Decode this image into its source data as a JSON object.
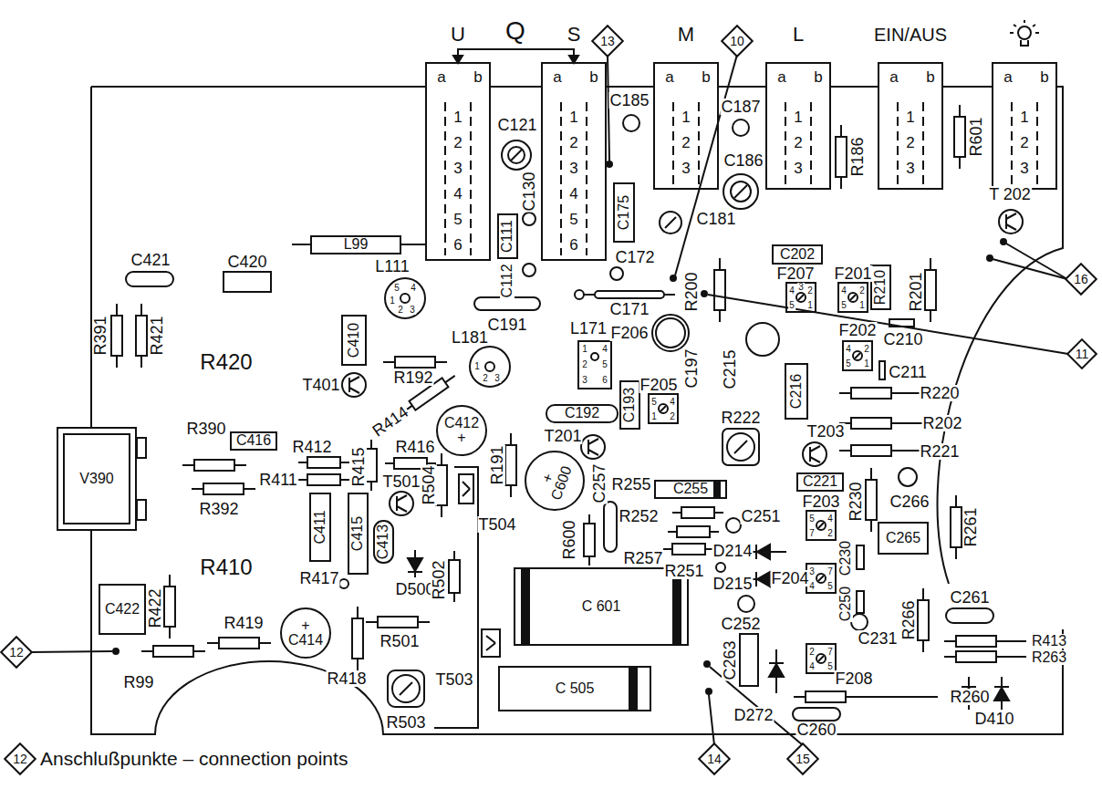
{
  "diagram": {
    "nodes": [
      {
        "text": [
          "13"
        ]
      },
      {
        "text": [
          "10"
        ]
      },
      {
        "text": [
          "a",
          "b",
          "1",
          "2",
          "3",
          "4",
          "5",
          "6"
        ]
      },
      {
        "text": [
          "a",
          "b",
          "1",
          "2",
          "3",
          "4",
          "5",
          "6"
        ]
      },
      {
        "text": [
          "a",
          "b",
          "1",
          "2",
          "3"
        ]
      },
      {
        "text": [
          "a",
          "b",
          "1",
          "2",
          "3"
        ]
      },
      {
        "text": [
          "a",
          "b",
          "1",
          "2",
          "3"
        ]
      },
      {
        "text": [
          "a",
          "b",
          "1",
          "2",
          "3"
        ]
      },
      {
        "text": [
          "L99"
        ]
      },
      {
        "text": [
          "C111"
        ]
      },
      {
        "text": [
          "C175"
        ]
      },
      {
        "text": [
          "C202"
        ]
      },
      {
        "text": [
          "R210"
        ]
      },
      {
        "text": [
          "16"
        ]
      },
      {
        "text": [
          "C410"
        ]
      },
      {
        "text": [
          "11"
        ]
      },
      {
        "text": [
          "C216"
        ]
      },
      {
        "text": [
          "C192"
        ]
      },
      {
        "text": [
          "C193"
        ]
      },
      {
        "text": [
          "C412",
          "+"
        ]
      },
      {
        "text": [
          "V390"
        ]
      },
      {
        "text": [
          "C416"
        ]
      },
      {
        "text": [
          "+",
          "C600"
        ]
      },
      {
        "text": [
          "C255"
        ]
      },
      {
        "text": [
          "C221"
        ]
      },
      {
        "text": [
          "C411"
        ]
      },
      {
        "text": [
          "C415"
        ]
      },
      {
        "text": [
          "C413"
        ]
      },
      {
        "text": [
          "C265"
        ]
      },
      {
        "text": [
          "C 601"
        ]
      },
      {
        "text": [
          "C422"
        ]
      },
      {
        "text": [
          "+",
          "C414"
        ]
      },
      {
        "text": [
          "12"
        ]
      },
      {
        "text": [
          "C 505"
        ]
      },
      {
        "text": [
          "14"
        ]
      },
      {
        "text": [
          "15"
        ]
      },
      {
        "text": [
          "12"
        ]
      }
    ],
    "labels": [
      "U",
      "Q",
      "S",
      "M",
      "L",
      "EIN/AUS",
      "C121",
      "C185",
      "C187",
      "C130",
      "C186",
      "R186",
      "R601",
      "C181",
      "T 202",
      "F207",
      "F201",
      "C421",
      "C420",
      "C112",
      "C172",
      "R200",
      "C171",
      "L111",
      "C191",
      "L171",
      "F206",
      "L181",
      "F202",
      "C210",
      "R391",
      "R421",
      "R420",
      "C197",
      "C215",
      "C211",
      "R192",
      "T401",
      "R414",
      "F205",
      "R220",
      "R202",
      "R222",
      "T203",
      "R221",
      "R390",
      "R412",
      "R416",
      "T201",
      "R191",
      "T501",
      "R392",
      "R411",
      "R415",
      "R504",
      "T504",
      "C257",
      "R255",
      "F203",
      "R230",
      "C266",
      "R261",
      "R252",
      "C251",
      "D214",
      "C230",
      "R600",
      "R257",
      "R251",
      "F204",
      "D215",
      "C250",
      "R266",
      "C261",
      "R410",
      "R417",
      "D500",
      "R502",
      "C252",
      "C231",
      "R413",
      "R263",
      "R419",
      "R501",
      "R418",
      "T503",
      "C263",
      "D272",
      "R260",
      "F208",
      "R99",
      "R503",
      "C260",
      "D410",
      "R422",
      "R201",
      "3",
      "4",
      "5",
      "2",
      "1",
      "4",
      "2",
      "5",
      "1",
      "4",
      "2",
      "5",
      "1",
      "5",
      "4",
      "1",
      "2",
      "5",
      "4",
      "7",
      "2",
      "3",
      "7",
      "4",
      "5",
      "2",
      "7",
      "4",
      "5",
      "5",
      "4",
      "1",
      "2",
      "3",
      "1",
      "2",
      "3",
      "1",
      "4",
      "2",
      "5",
      "3",
      "6"
    ],
    "legend": [
      {
        "text": "Anschlußpunkte – connection points"
      }
    ]
  }
}
